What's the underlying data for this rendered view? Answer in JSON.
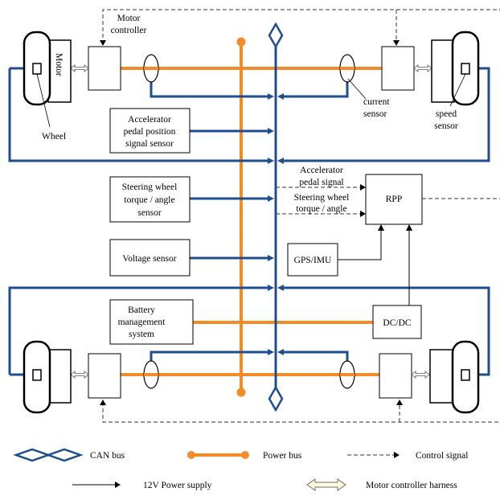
{
  "colors": {
    "can_bus": "#1F4E8C",
    "power_bus": "#F28C28",
    "signal": "#000000",
    "harness_fill": "#FFFFFF"
  },
  "labels": {
    "motor_controller": [
      "Motor",
      "controller"
    ],
    "motor": "Motor",
    "wheel": "Wheel",
    "current_sensor": [
      "current",
      "sensor"
    ],
    "speed_sensor": [
      "speed",
      "sensor"
    ],
    "accel_sensor": [
      "Accelerator",
      "pedal position",
      "signal sensor"
    ],
    "steering_sensor": [
      "Steering wheel",
      "torque / angle",
      "sensor"
    ],
    "voltage_sensor": "Voltage sensor",
    "bms": [
      "Battery",
      "management",
      "system"
    ],
    "accel_signal": [
      "Accelerator",
      "pedal signal"
    ],
    "steering_signal": [
      "Steering wheel",
      "torque / angle"
    ],
    "rpp": "RPP",
    "gps_imu": "GPS/IMU",
    "dcdc": "DC/DC"
  },
  "legend": {
    "can_bus": "CAN bus",
    "power_bus": "Power bus",
    "control_signal": "Control signal",
    "power_supply_12v": "12V Power supply",
    "harness": "Motor controller harness"
  }
}
